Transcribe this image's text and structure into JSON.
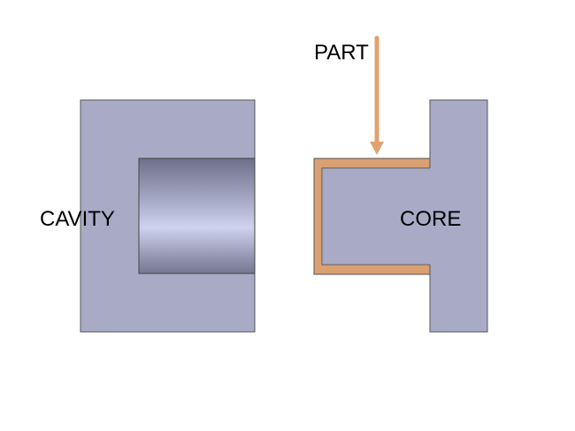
{
  "labels": {
    "part": "PART",
    "cavity": "CAVITY",
    "core": "CORE"
  },
  "colors": {
    "mold_block": "#a9abc6",
    "part": "#d9a071",
    "arrow": "#e0a26f",
    "outline": "#555555",
    "cavity_pocket_dark": "#6e7088",
    "cavity_pocket_light": "#cfd2ee"
  }
}
